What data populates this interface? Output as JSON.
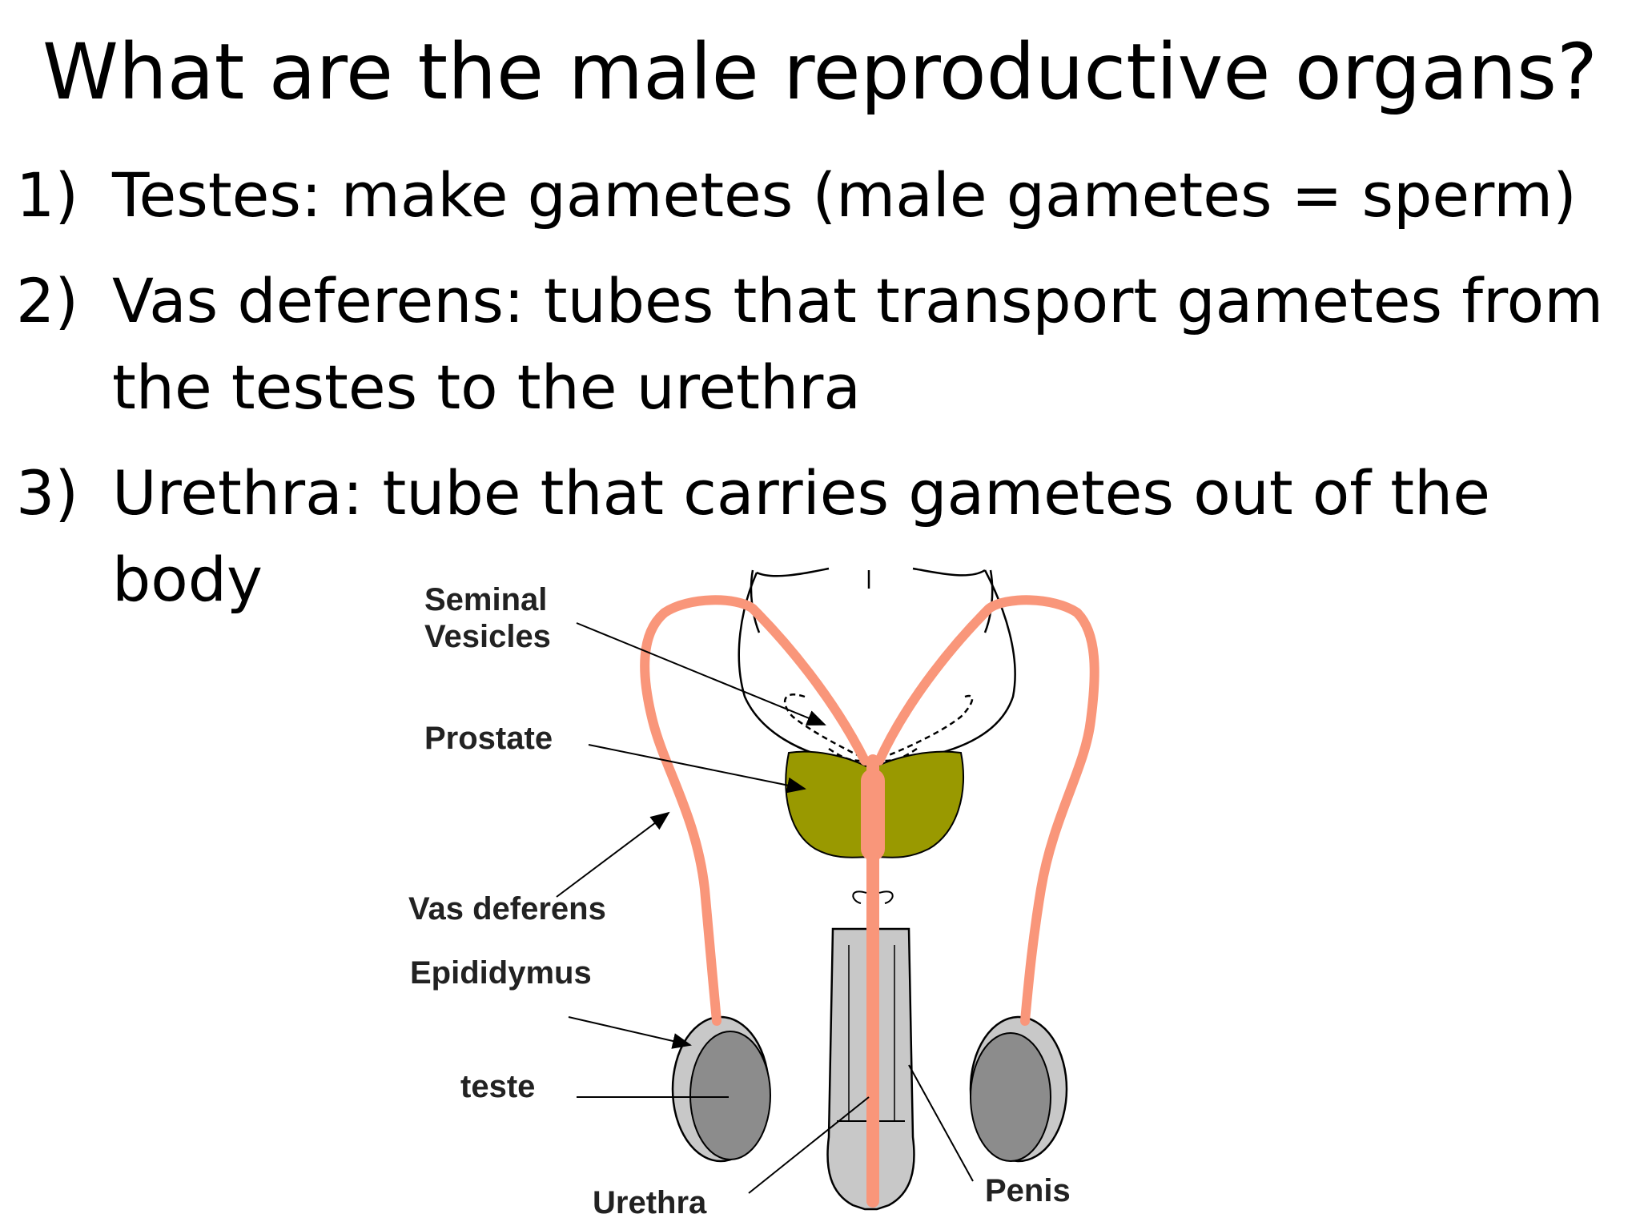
{
  "title": "What are the male reproductive organs?",
  "points": [
    {
      "num": "1)",
      "text": "Testes: make gametes (male gametes = sperm)"
    },
    {
      "num": "2)",
      "text": "Vas deferens: tubes that transport gametes from the testes to the urethra"
    },
    {
      "num": "3)",
      "text": "Urethra: tube that carries gametes out of the body"
    }
  ],
  "diagram": {
    "labels": {
      "seminal_vesicles_line1": "Seminal",
      "seminal_vesicles_line2": "Vesicles",
      "prostate": "Prostate",
      "vas_deferens": "Vas deferens",
      "epididymus": "Epididymus",
      "teste": "teste",
      "urethra": "Urethra",
      "penis": "Penis"
    },
    "colors": {
      "duct": "#f9967a",
      "prostate": "#999900",
      "testis": "#8c8c8c",
      "epididymis": "#c8c8c8",
      "penis": "#c8c8c8",
      "outline": "#000000"
    }
  }
}
